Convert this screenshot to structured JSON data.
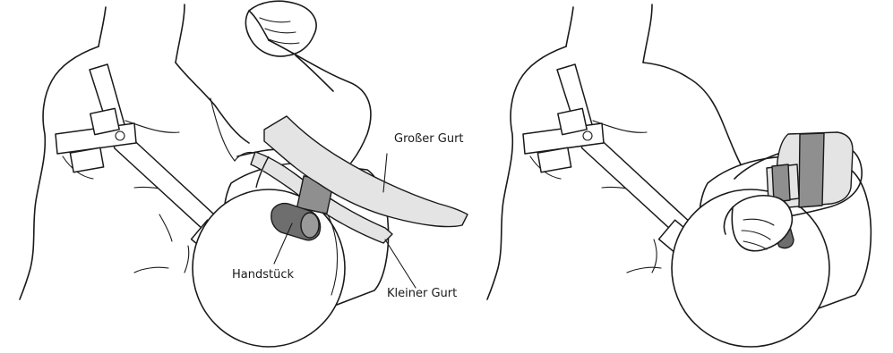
{
  "labels": {
    "large_strap": "Großer Gurt",
    "small_strap": "Kleiner Gurt",
    "handpiece": "Handstück"
  },
  "colors": {
    "line": "#1a1a1a",
    "strap_light": "#e4e4e4",
    "strap_dark": "#8f8f8f",
    "handpiece": "#6e6e6e",
    "background": "#ffffff"
  }
}
